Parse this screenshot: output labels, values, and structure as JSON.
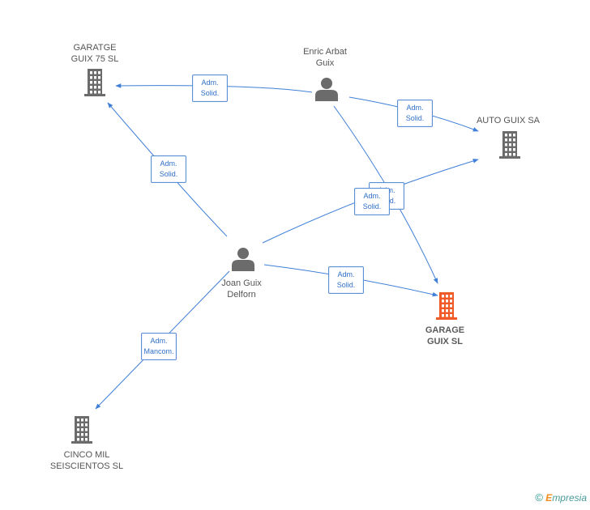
{
  "nodes": [
    {
      "id": "garatge-guix-75",
      "type": "company",
      "lines": [
        "GARATGE",
        "GUIX 75 SL"
      ],
      "focus": false
    },
    {
      "id": "enric-arbat",
      "type": "person",
      "lines": [
        "Enric Arbat",
        "Guix"
      ],
      "focus": false
    },
    {
      "id": "auto-guix",
      "type": "company",
      "lines": [
        "AUTO GUIX SA"
      ],
      "focus": false
    },
    {
      "id": "joan-guix",
      "type": "person",
      "lines": [
        "Joan Guix",
        "Delforn"
      ],
      "focus": false
    },
    {
      "id": "garage-guix",
      "type": "company",
      "lines": [
        "GARAGE",
        "GUIX SL"
      ],
      "focus": true
    },
    {
      "id": "cinco-mil",
      "type": "company",
      "lines": [
        "CINCO MIL",
        "SEISCIENTOS SL"
      ],
      "focus": false
    }
  ],
  "edges": [
    {
      "from": "enric-arbat",
      "to": "garatge-guix-75",
      "label": [
        "Adm.",
        "Solid."
      ]
    },
    {
      "from": "enric-arbat",
      "to": "auto-guix",
      "label": [
        "Adm.",
        "Solid."
      ]
    },
    {
      "from": "enric-arbat",
      "to": "garage-guix",
      "label": [
        "Adm.",
        "Solid."
      ]
    },
    {
      "from": "joan-guix",
      "to": "garatge-guix-75",
      "label": [
        "Adm.",
        "Solid."
      ]
    },
    {
      "from": "joan-guix",
      "to": "auto-guix",
      "label": [
        "Adm.",
        "Solid."
      ]
    },
    {
      "from": "joan-guix",
      "to": "garage-guix",
      "label": [
        "Adm.",
        "Solid."
      ]
    },
    {
      "from": "joan-guix",
      "to": "cinco-mil",
      "label": [
        "Adm.",
        "Mancom."
      ]
    }
  ],
  "colors": {
    "edge": "#3f7fd8",
    "icon": "#6b6b6b",
    "focus_icon": "#f05a28"
  },
  "brand": {
    "copyright": "©",
    "initial": "E",
    "rest": "mpresia"
  }
}
